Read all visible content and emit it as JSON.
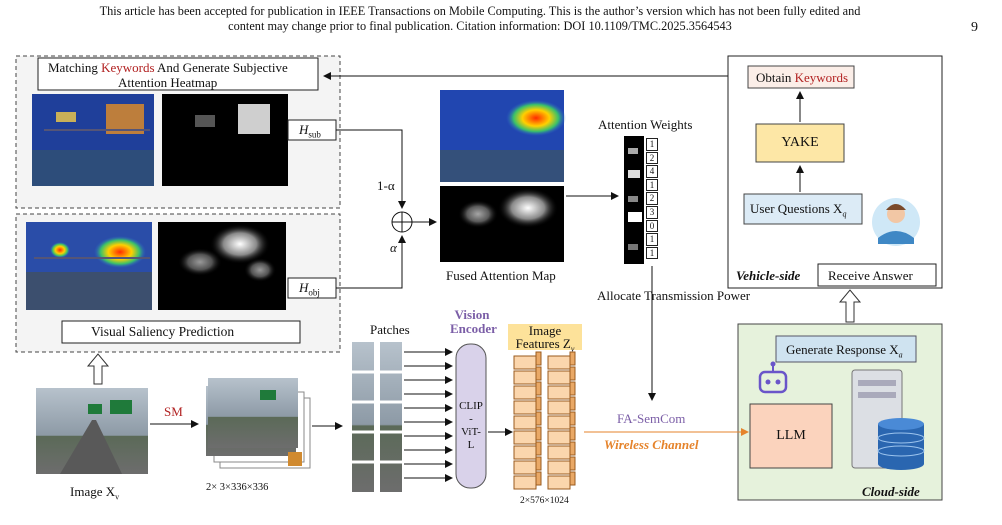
{
  "header": {
    "line1": "This article has been accepted for publication in IEEE Transactions on Mobile Computing. This is the author’s version which has not been fully edited and",
    "line2": "content may change prior to final publication. Citation information: DOI 10.1109/TMC.2025.3564543",
    "page_number": "9"
  },
  "diagram": {
    "matching_title_prefix": "Matching ",
    "matching_title_keyword": "Keywords",
    "matching_title_suffix": " And Generate  Subjective",
    "matching_title_line2": "Attention Heatmap",
    "h_sub": "H",
    "h_sub_sub": "sub",
    "h_obj": "H",
    "h_obj_sub": "obj",
    "one_minus_alpha": "1-α",
    "alpha": "α",
    "fused_map_label": "Fused Attention Map",
    "attention_weights_label": "Attention Weights",
    "weights": [
      "1",
      "2",
      "4",
      "1",
      "2",
      "3",
      "0",
      "1",
      "1"
    ],
    "allocate_label": "Allocate Transmission Power",
    "visual_saliency_label": "Visual Saliency Prediction",
    "image_label": "Image X",
    "image_label_sub": "v",
    "sm_label": "SM",
    "dims_input": "2× 3×336×336",
    "patches_label": "Patches",
    "vision_encoder_line1": "Vision",
    "vision_encoder_line2": "Encoder",
    "clip_lines": [
      "CLIP",
      "-",
      "ViT-",
      "L"
    ],
    "image_features_line1": "Image",
    "image_features_line2": "Features Z",
    "image_features_sub": "v",
    "dims_features": "2×576×1024",
    "fa_semcom": "FA-SemCom",
    "wireless_channel": "Wireless Channel",
    "obtain_prefix": "Obtain ",
    "obtain_keywords": "Keywords",
    "yake": "YAKE",
    "user_questions": "User Questions X",
    "user_questions_sub": "q",
    "vehicle_side": "Vehicle-side",
    "receive_answer": "Receive Answer",
    "generate_response": "Generate Response X",
    "generate_response_sub": "a",
    "llm": "LLM",
    "cloud_side": "Cloud-side"
  },
  "colors": {
    "keyword_red": "#b22222",
    "vision_purple": "#7b5ea7",
    "wireless_orange": "#e5832b",
    "keywords_box_fill": "#fbeee8",
    "yake_fill": "#fde7a6",
    "user_q_fill": "#dcebf6",
    "cloud_fill": "#e6f2dc",
    "llm_fill": "#fbd3bd",
    "features_fill": "#fbd6ad",
    "encoder_fill": "#d9d2ea"
  }
}
